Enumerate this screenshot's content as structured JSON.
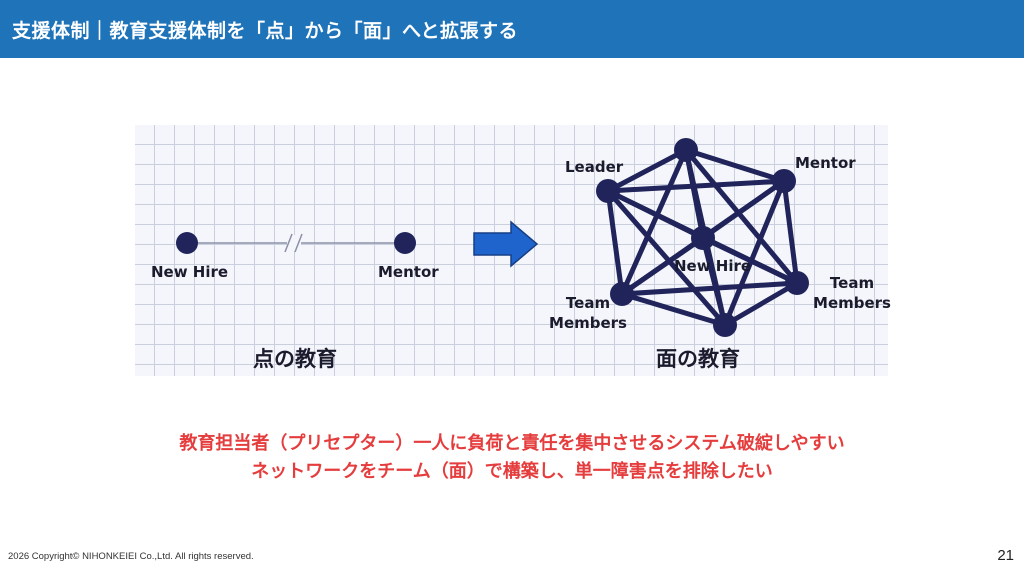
{
  "header": {
    "title": "支援体制｜教育支援体制を「点」から「面」へと拡張する"
  },
  "figure": {
    "point_model": {
      "left_label": "New Hire",
      "right_label": "Mentor",
      "caption": "点の教育"
    },
    "network_model": {
      "labels": {
        "leader": "Leader",
        "mentor": "Mentor",
        "center": "New Hire",
        "team_right": "Team\nMembers",
        "team_left": "Team\nMembers"
      },
      "caption": "面の教育"
    },
    "colors": {
      "node": "#20245a",
      "arrow": "#1f63cc",
      "grid": "#c9cfdc"
    }
  },
  "message": {
    "line1": "教育担当者（プリセプター）一人に負荷と責任を集中させるシステム破綻しやすい",
    "line2": "ネットワークをチーム（面）で構築し、単一障害点を排除したい"
  },
  "footer": {
    "copyright": "2026 Copyright© NIHONKEIEI Co.,Ltd. All rights reserved.",
    "page": "21"
  }
}
